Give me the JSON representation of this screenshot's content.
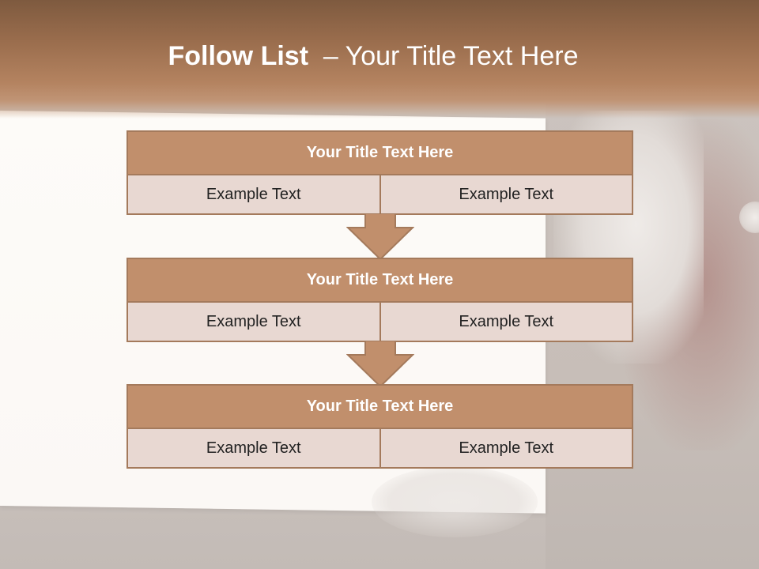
{
  "slide": {
    "title_bold": "Follow List",
    "title_rest": "  – Your Title Text Here"
  },
  "steps": [
    {
      "title": "Your Title Text Here",
      "left": "Example Text",
      "right": "Example Text"
    },
    {
      "title": "Your Title Text Here",
      "left": "Example Text",
      "right": "Example Text"
    },
    {
      "title": "Your Title Text Here",
      "left": "Example Text",
      "right": "Example Text"
    }
  ],
  "colors": {
    "header_fill": "#c18f6c",
    "cell_fill": "#e8d8d2",
    "border": "#a47a5c",
    "arrow_fill": "#c18f6c"
  }
}
